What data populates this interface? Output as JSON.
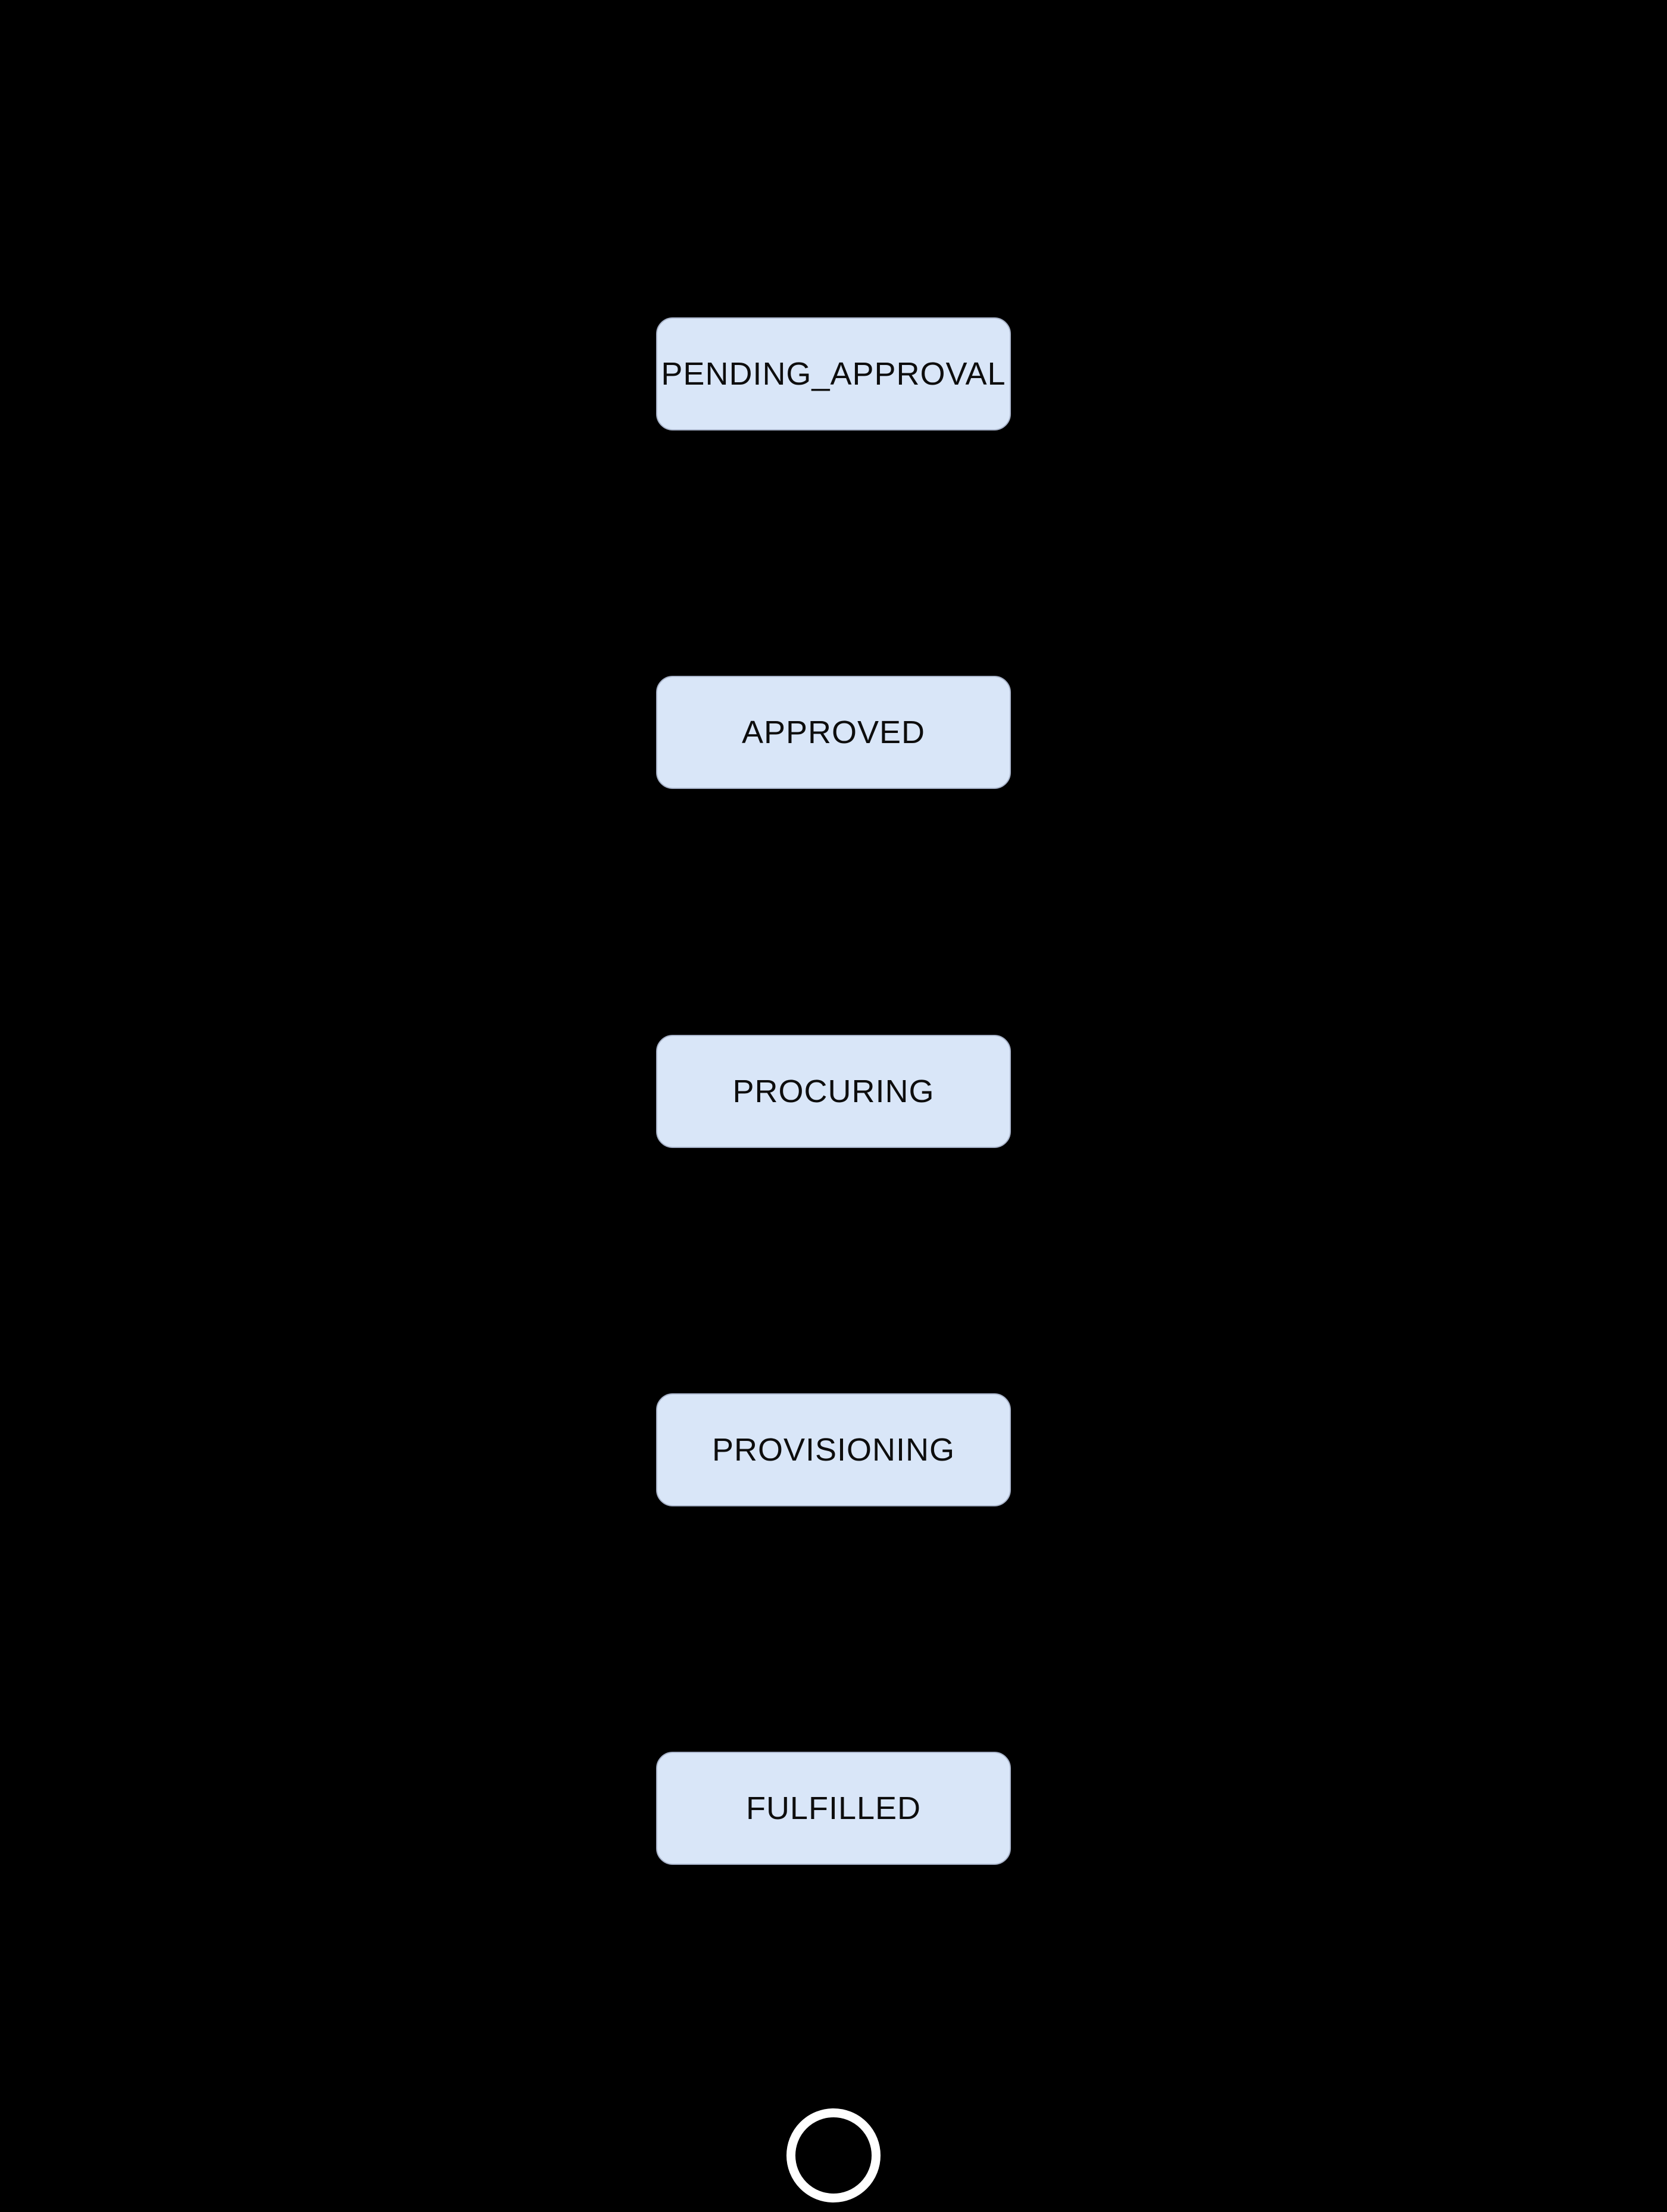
{
  "diagram": {
    "background_color": "#000000",
    "node": {
      "fill_color": "#d9e6f8",
      "border_color": "#a8b3c9",
      "text_color": "#0d0d0d"
    },
    "states": [
      {
        "label": "PENDING_APPROVAL"
      },
      {
        "label": "APPROVED"
      },
      {
        "label": "PROCURING"
      },
      {
        "label": "PROVISIONING"
      },
      {
        "label": "FULFILLED"
      }
    ],
    "final_state": {
      "ring_color": "#ffffff",
      "fill_color": "#000000"
    }
  }
}
